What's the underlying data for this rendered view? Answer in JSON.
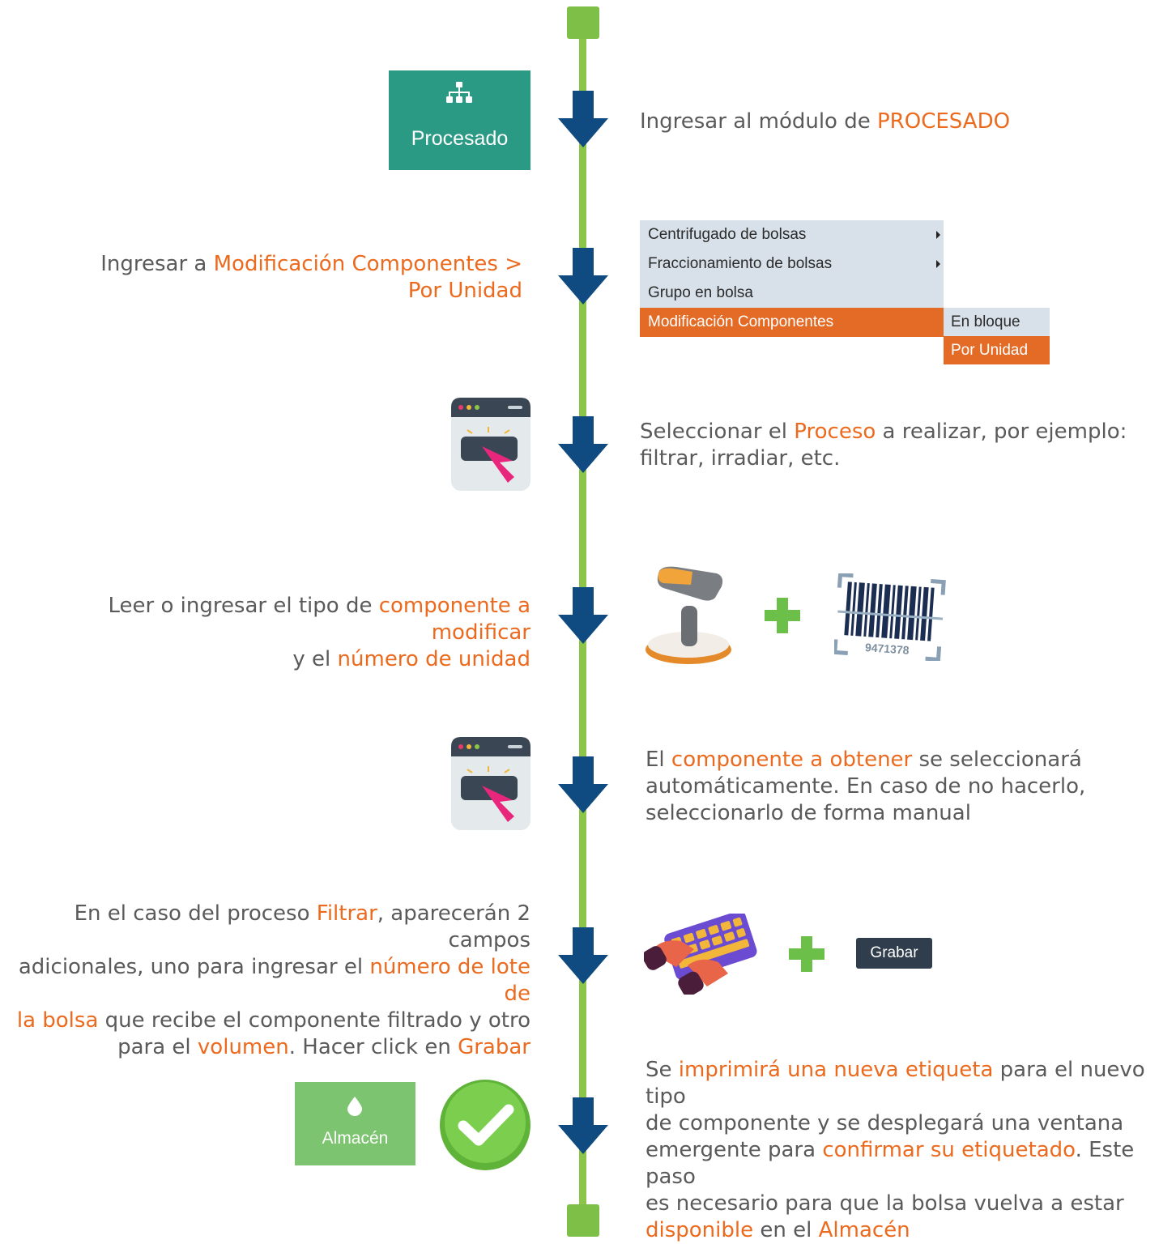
{
  "colors": {
    "timeline": "#8cc54a",
    "arrow": "#0f4a80",
    "highlight": "#ec6a1e",
    "procesado_tile": "#2a9a85",
    "almacen_tile": "#7cc46f",
    "menu_bg": "#d8e1e9",
    "menu_active": "#e36b26",
    "grabar_bg": "#2f3d4d",
    "plus": "#6cc04a"
  },
  "procesado_tile": {
    "icon": "sitemap-icon",
    "label": "Procesado"
  },
  "almacen_tile": {
    "icon": "drop-icon",
    "label": "Almacén"
  },
  "menu": {
    "items": [
      {
        "label": "Centrifugado de bolsas",
        "has_submenu": true
      },
      {
        "label": "Fraccionamiento de bolsas",
        "has_submenu": true
      },
      {
        "label": "Grupo en bolsa",
        "has_submenu": false
      },
      {
        "label": "Modificación Componentes",
        "active": true
      }
    ],
    "submenu": [
      {
        "label": "En bloque"
      },
      {
        "label": "Por Unidad",
        "active": true
      }
    ]
  },
  "grabar_button": {
    "label": "Grabar"
  },
  "barcode": {
    "number": "9471378"
  },
  "steps": {
    "s1": {
      "a": "Ingresar al módulo de ",
      "b": "PROCESADO"
    },
    "s2": {
      "a": "Ingresar a ",
      "b": "Modificación Componentes >",
      "c": "Por Unidad"
    },
    "s3": {
      "a": "Seleccionar el ",
      "b": "Proceso",
      "c": " a realizar, por ejemplo:",
      "d": "filtrar, irradiar, etc."
    },
    "s4": {
      "a": "Leer o ingresar el tipo de ",
      "b": "componente a modificar",
      "c": "y el ",
      "d": "número de unidad"
    },
    "s5": {
      "a": "El ",
      "b": "componente a obtener",
      "c": " se seleccionará",
      "d": "automáticamente. En caso de no hacerlo,",
      "e": "seleccionarlo de forma manual"
    },
    "s6": {
      "a": "En el caso del proceso ",
      "b": "Filtrar",
      "c": ", aparecerán 2 campos",
      "d": "adicionales, uno para ingresar el ",
      "e": "número de lote de",
      "f": "la bolsa",
      "g": " que recibe el componente filtrado y otro",
      "h": "para el ",
      "i": "volumen",
      "j": ". Hacer click en ",
      "k": "Grabar"
    },
    "s7": {
      "a": "Se ",
      "b": "imprimirá una nueva etiqueta",
      "c": " para el nuevo tipo",
      "d": "de componente y se desplegará una ventana",
      "e": "emergente para ",
      "f": "confirmar su etiquetado",
      "g": ". Este paso",
      "h": "es necesario para que la bolsa vuelva a estar",
      "i": "disponible",
      "j": " en el ",
      "k": "Almacén"
    }
  }
}
